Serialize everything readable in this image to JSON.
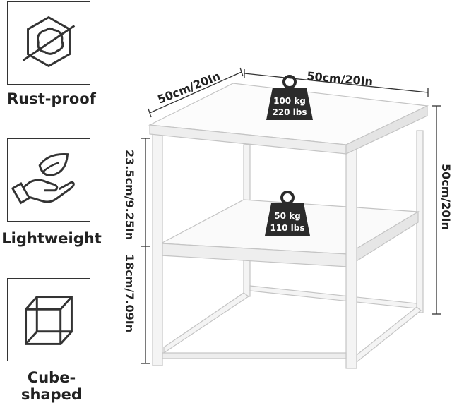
{
  "features": [
    {
      "label": "Rust-proof",
      "icon": "rust-proof-icon"
    },
    {
      "label": "Lightweight",
      "icon": "leaf-hand-icon"
    },
    {
      "label": "Cube-shaped",
      "icon": "cube-icon"
    }
  ],
  "dimensions": {
    "depth": "50cm/20In",
    "width": "50cm/20In",
    "height": "50cm/20In",
    "upper_gap": "23.5cm/9.25In",
    "lower_gap": "18cm/7.09In"
  },
  "weights": {
    "top": {
      "line1": "100 kg",
      "line2": "220 lbs"
    },
    "shelf": {
      "line1": "50 kg",
      "line2": "110 lbs"
    }
  },
  "colors": {
    "frame": "#f2f2f2",
    "outline": "#c8c8c8",
    "weight": "#2b2b2b"
  }
}
